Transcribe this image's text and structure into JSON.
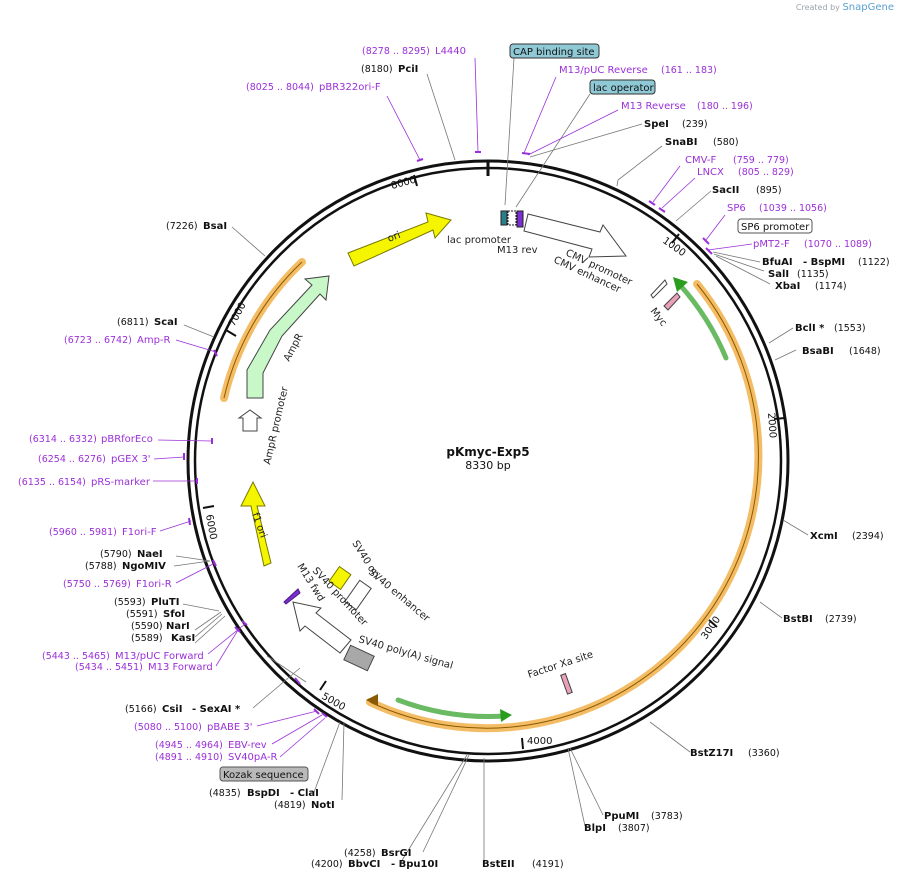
{
  "credit": {
    "prefix": "Created by",
    "brand": "SnapGene"
  },
  "plasmid": {
    "name": "pKmyc-Exp5",
    "size_label": "8330 bp",
    "length": 8330
  },
  "colors": {
    "primer": "#9b30d8",
    "orf_yellow": "#f5f500",
    "orf_green": "#c8f7c8",
    "ori": "#f5f500",
    "highlight": "#f2b24a",
    "green_arrow": "#2a9d1f",
    "boxed_blue": "#8fc9d6",
    "boxed_gray": "#b9b9b9"
  },
  "ticks": [
    "1000",
    "2000",
    "3000",
    "4000",
    "5000",
    "6000",
    "7000",
    "8000"
  ],
  "features": {
    "lac_promoter": "lac promoter",
    "m13_rev": "M13 rev",
    "cmv_promoter": "CMV promoter",
    "cmv_enhancer": "CMV enhancer",
    "myc": "Myc",
    "factor_xa": "Factor Xa site",
    "sv40_polya": "SV40 poly(A) signal",
    "m13_fwd": "M13 fwd",
    "sv40_promoter": "SV40 promoter",
    "sv40_ori": "SV40 ori",
    "sv40_enhancer": "SV40 enhancer",
    "f1_ori": "f1 ori",
    "ampr_promoter": "AmpR promoter",
    "ampr": "AmpR",
    "ori": "ori"
  },
  "boxed_labels": {
    "cap": "CAP binding site",
    "lac_op": "lac operator",
    "sp6p": "SP6 promoter",
    "kozak": "Kozak sequence"
  },
  "enzymes": {
    "pcii": {
      "name": "PciI",
      "pos": "(8180)"
    },
    "spei": {
      "name": "SpeI",
      "pos": "(239)"
    },
    "snabi": {
      "name": "SnaBI",
      "pos": "(580)"
    },
    "sacii": {
      "name": "SacII",
      "pos": "(895)"
    },
    "bfuai": {
      "name": "BfuAI",
      "name2": "- BspMI",
      "pos": "(1122)"
    },
    "sali": {
      "name": "SalI",
      "pos": "(1135)"
    },
    "xbai": {
      "name": "XbaI",
      "pos": "(1174)"
    },
    "bcli": {
      "name": "BclI *",
      "pos": "(1553)"
    },
    "bsabi": {
      "name": "BsaBI",
      "pos": "(1648)"
    },
    "xcmi": {
      "name": "XcmI",
      "pos": "(2394)"
    },
    "bstbi": {
      "name": "BstBI",
      "pos": "(2739)"
    },
    "bstz17i": {
      "name": "BstZ17I",
      "pos": "(3360)"
    },
    "ppumi": {
      "name": "PpuMI",
      "pos": "(3783)"
    },
    "blpi": {
      "name": "BlpI",
      "pos": "(3807)"
    },
    "bsteii": {
      "name": "BstEII",
      "pos": "(4191)"
    },
    "bsrgi": {
      "name": "BsrGI",
      "pos": "(4258)"
    },
    "bbvci": {
      "name": "BbvCI",
      "name2": "- Bpu10I",
      "pos": "(4200)"
    },
    "bspdi": {
      "name": "BspDI",
      "name2": "- ClaI",
      "pos": "(4835)"
    },
    "noti": {
      "name": "NotI",
      "pos": "(4819)"
    },
    "csii": {
      "name": "CsiI",
      "name2": "- SexAI *",
      "pos": "(5166)"
    },
    "kasi": {
      "name": "KasI",
      "pos": "(5589)"
    },
    "nari": {
      "name": "NarI",
      "pos": "(5590)"
    },
    "sfoi": {
      "name": "SfoI",
      "pos": "(5591)"
    },
    "pluti": {
      "name": "PluTI",
      "pos": "(5593)"
    },
    "ngomiv": {
      "name": "NgoMIV",
      "pos": "(5788)"
    },
    "naei": {
      "name": "NaeI",
      "pos": "(5790)"
    },
    "scai": {
      "name": "ScaI",
      "pos": "(6811)"
    },
    "bsai": {
      "name": "BsaI",
      "pos": "(7226)"
    }
  },
  "primers": {
    "l4440": {
      "name": "L4440",
      "pos": "(8278 .. 8295)"
    },
    "pbr322": {
      "name": "pBR322ori-F",
      "pos": "(8025 .. 8044)"
    },
    "m13puc_rev": {
      "name": "M13/pUC Reverse",
      "pos": "(161 .. 183)"
    },
    "m13_reverse": {
      "name": "M13 Reverse",
      "pos": "(180 .. 196)"
    },
    "cmvf": {
      "name": "CMV-F",
      "pos": "(759 .. 779)"
    },
    "lncx": {
      "name": "LNCX",
      "pos": "(805 .. 829)"
    },
    "sp6": {
      "name": "SP6",
      "pos": "(1039 .. 1056)"
    },
    "pmt2f": {
      "name": "pMT2-F",
      "pos": "(1070 .. 1089)"
    },
    "ampr": {
      "name": "Amp-R",
      "pos": "(6723 .. 6742)"
    },
    "pbrforeco": {
      "name": "pBRforEco",
      "pos": "(6314 .. 6332)"
    },
    "pgex3": {
      "name": "pGEX 3'",
      "pos": "(6254 .. 6276)"
    },
    "prs": {
      "name": "pRS-marker",
      "pos": "(6135 .. 6154)"
    },
    "f1orif": {
      "name": "F1ori-F",
      "pos": "(5960 .. 5981)"
    },
    "f1orir": {
      "name": "F1ori-R",
      "pos": "(5750 .. 5769)"
    },
    "m13puc_fwd": {
      "name": "M13/pUC Forward",
      "pos": "(5443 .. 5465)"
    },
    "m13_forward": {
      "name": "M13 Forward",
      "pos": "(5434 .. 5451)"
    },
    "pbabe": {
      "name": "pBABE 3'",
      "pos": "(5080 .. 5100)"
    },
    "ebv": {
      "name": "EBV-rev",
      "pos": "(4945 .. 4964)"
    },
    "sv40par": {
      "name": "SV40pA-R",
      "pos": "(4891 .. 4910)"
    }
  }
}
